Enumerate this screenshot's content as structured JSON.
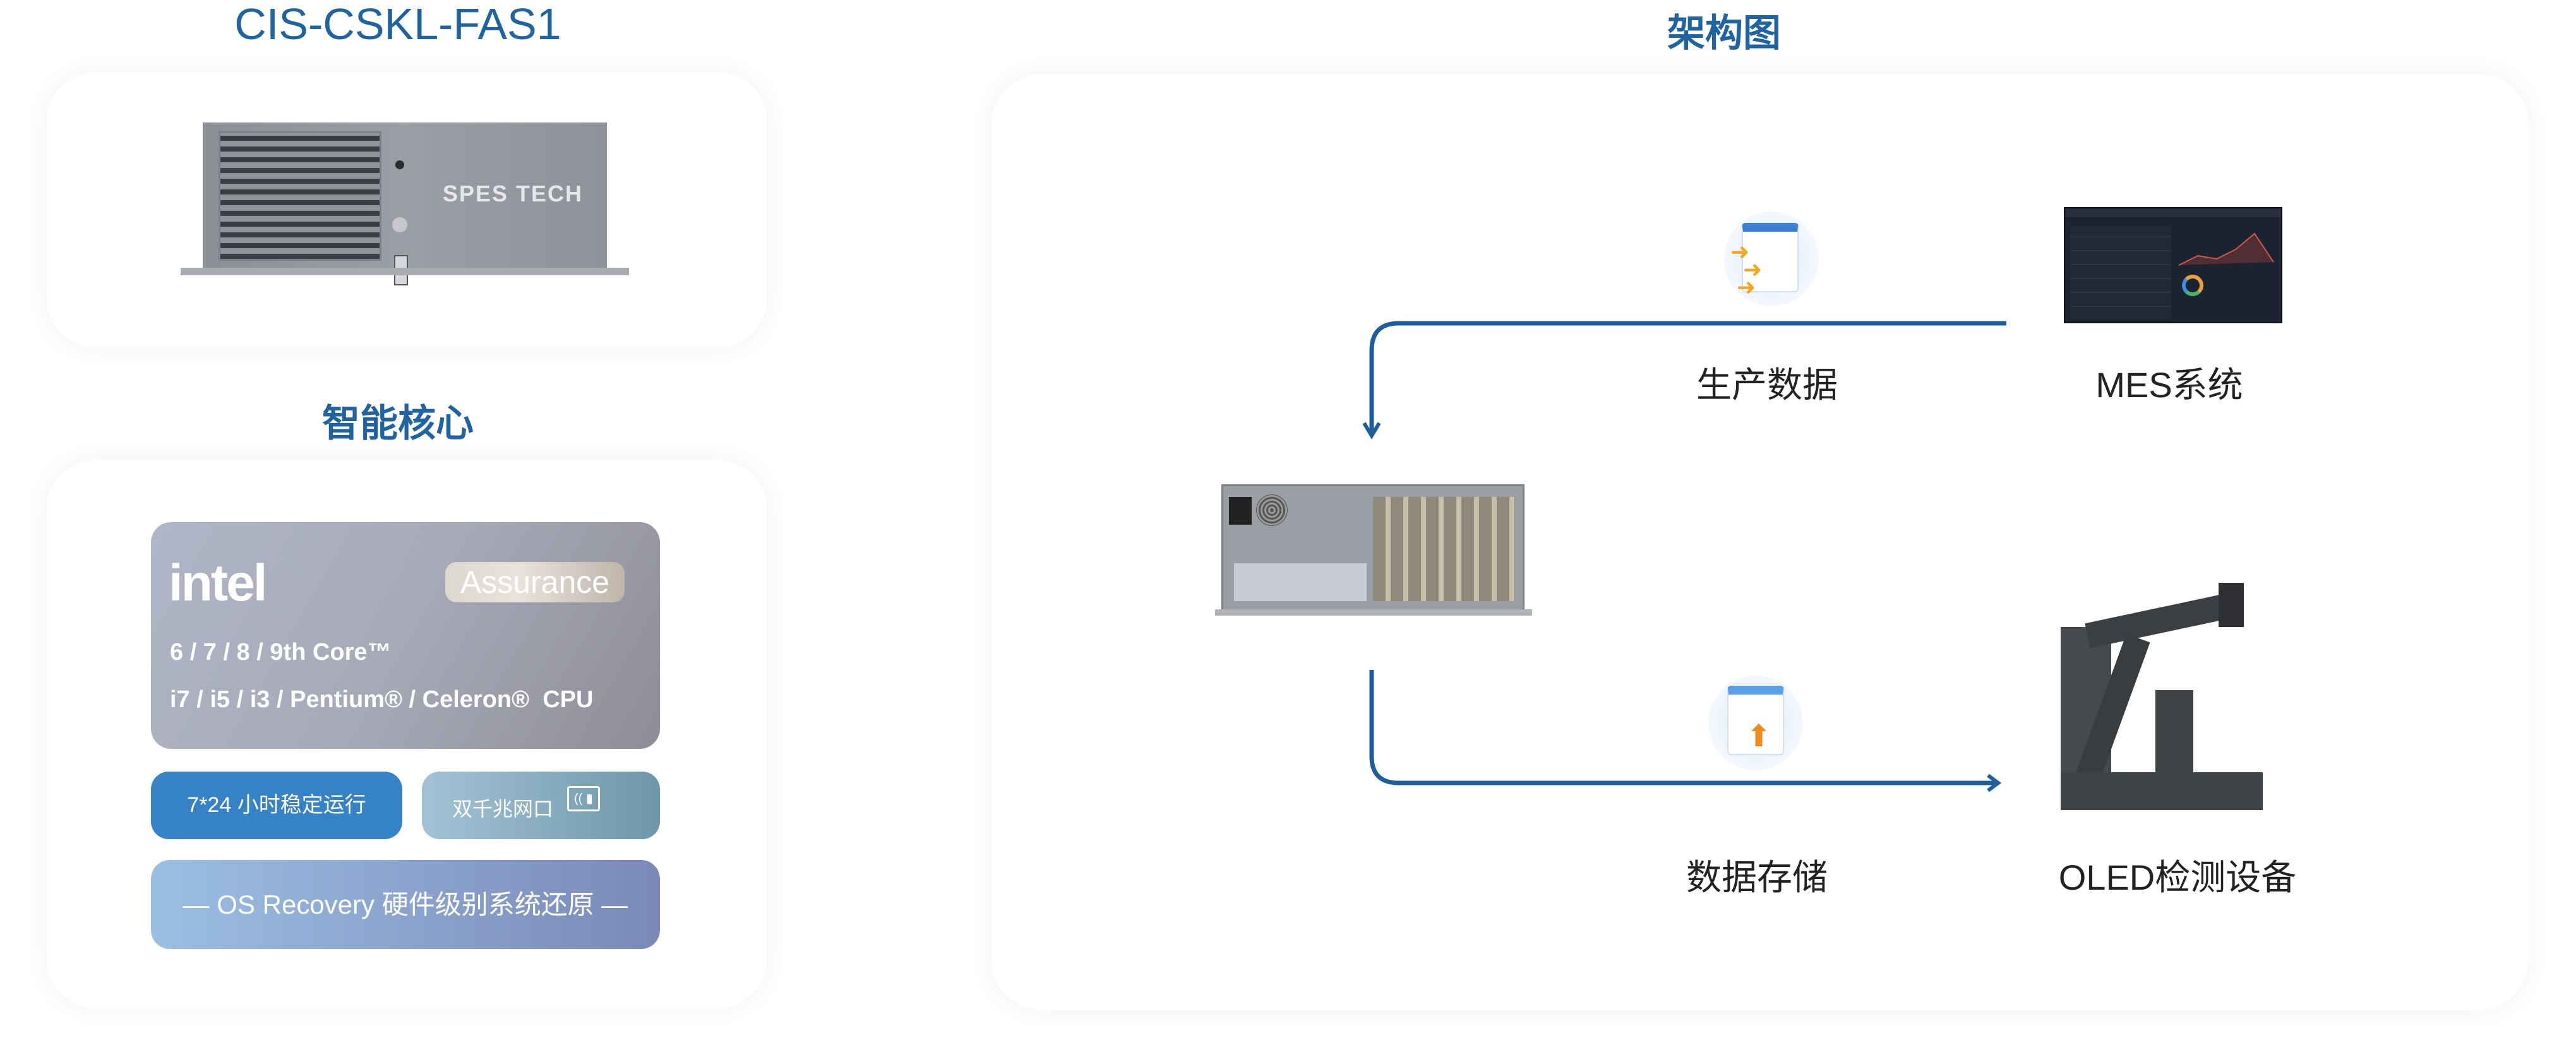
{
  "left": {
    "product_title": "CIS-CSKL-FAS1",
    "front_brand": "SPES TECH",
    "section_title": "智能核心",
    "intel": {
      "logo": "intel",
      "badge": "Assurance",
      "line1": "6 / 7 / 8 / 9th Core™",
      "line2": "i7 / i5 / i3 / Pentium® / Celeron®  CPU"
    },
    "feature1": "7*24 小时稳定运行",
    "feature2": "双千兆网口",
    "feature3": "— OS Recovery 硬件级别系统还原 —"
  },
  "right": {
    "title": "架构图",
    "label_production_data": "生产数据",
    "label_mes": "MES系统",
    "label_storage": "数据存储",
    "label_oled": "OLED检测设备"
  },
  "colors": {
    "accent": "#1f64a0",
    "line": "#1d5f9c",
    "blue_btn": "#3682c6"
  }
}
